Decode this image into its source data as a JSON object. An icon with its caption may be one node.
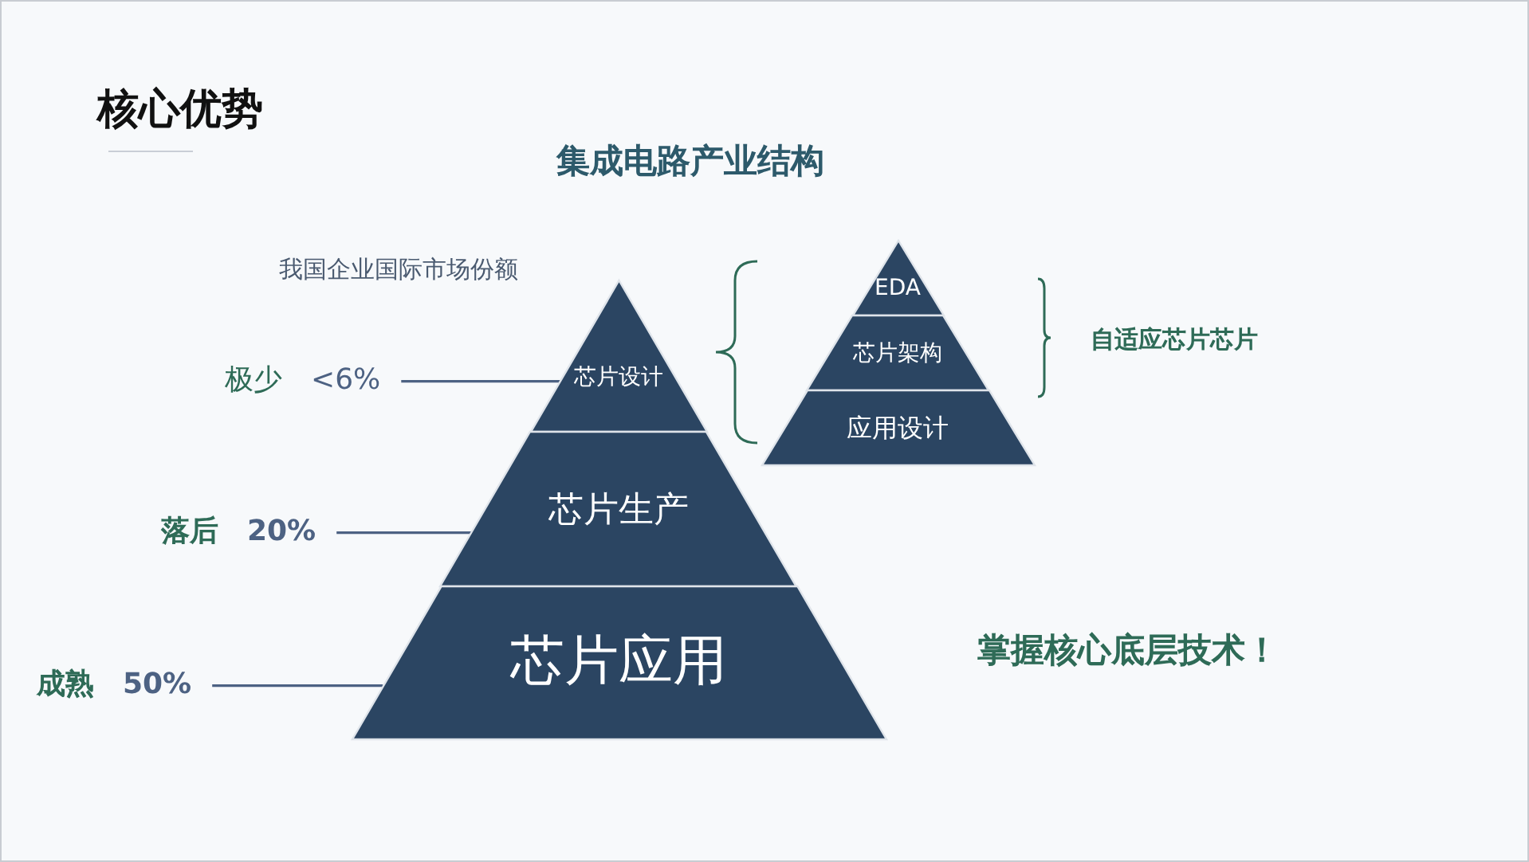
{
  "diagram": {
    "title": "核心优势",
    "nodes": [
      {
        "text": [
          "芯片设计"
        ]
      },
      {
        "text": [
          "芯片生产"
        ]
      },
      {
        "text": [
          "芯片应用"
        ]
      },
      {
        "text": [
          "EDA"
        ]
      },
      {
        "text": [
          "芯片架构"
        ]
      },
      {
        "text": [
          "应用设计"
        ]
      },
      {
        "text": [
          "极少",
          "<6%"
        ]
      },
      {
        "text": [
          "落后",
          "20%"
        ]
      },
      {
        "text": [
          "成熟",
          "50%"
        ]
      }
    ],
    "edges": [
      {
        "from": 6,
        "to": 0,
        "arrow": "none"
      },
      {
        "from": 7,
        "to": 1,
        "arrow": "none"
      },
      {
        "from": 8,
        "to": 2,
        "arrow": "none"
      }
    ],
    "labels": [
      "集成电路产业结构",
      "我国企业国际市场份额",
      "自适应芯片芯片",
      "掌握核心底层技术！"
    ]
  }
}
